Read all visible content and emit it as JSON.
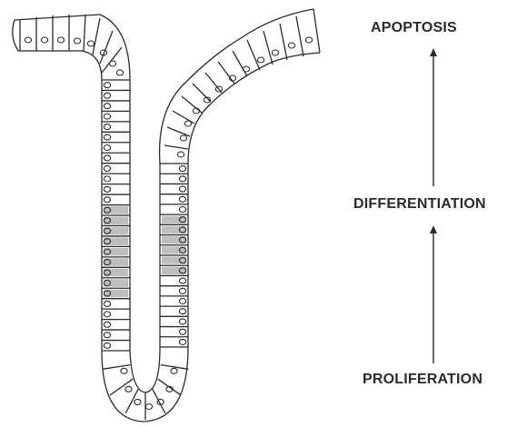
{
  "labels": {
    "top": "APOPTOSIS",
    "middle": "DIFFERENTIATION",
    "bottom": "PROLIFERATION"
  },
  "colors": {
    "ink": "#2b2b2b",
    "background": "#ffffff"
  }
}
